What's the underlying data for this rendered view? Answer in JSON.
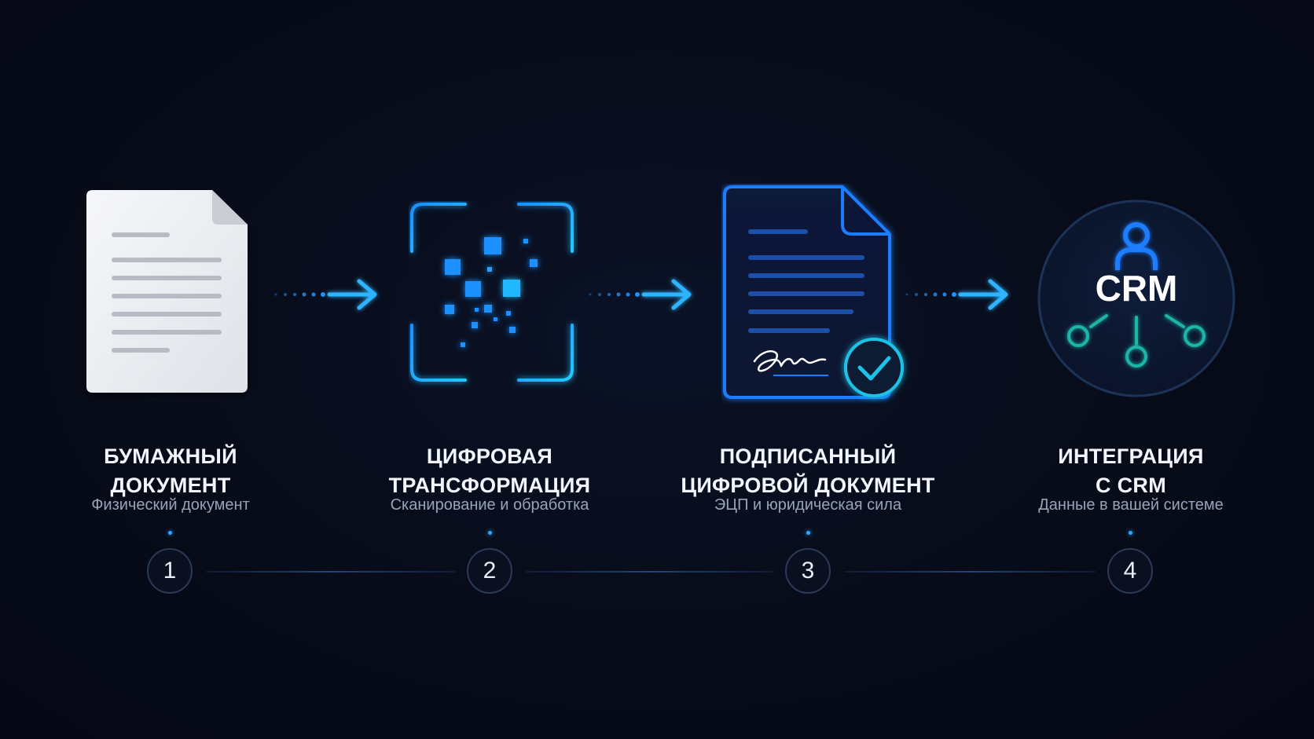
{
  "steps": [
    {
      "number": "1",
      "title_line1": "БУМАЖНЫЙ",
      "title_line2": "ДОКУМЕНТ",
      "subtitle": "Физический документ",
      "icon": "paper-document-icon"
    },
    {
      "number": "2",
      "title_line1": "ЦИФРОВАЯ",
      "title_line2": "ТРАНСФОРМАЦИЯ",
      "subtitle": "Сканирование и обработка",
      "icon": "scan-pixels-icon"
    },
    {
      "number": "3",
      "title_line1": "ПОДПИСАННЫЙ",
      "title_line2": "ЦИФРОВОЙ ДОКУМЕНТ",
      "subtitle": "ЭЦП и юридическая сила",
      "icon": "signed-document-icon"
    },
    {
      "number": "4",
      "title_line1": "ИНТЕГРАЦИЯ",
      "title_line2": "С CRM",
      "subtitle": "Данные в вашей системе",
      "icon": "crm-network-icon",
      "badge_text": "CRM"
    }
  ],
  "colors": {
    "background": "#070b18",
    "accent_blue": "#1e90ff",
    "accent_cyan": "#20c6e6",
    "accent_teal": "#1fb5a8",
    "paper": "#eef0f4",
    "title_text": "#f2f5fb",
    "subtitle_text": "#98a3b8"
  }
}
